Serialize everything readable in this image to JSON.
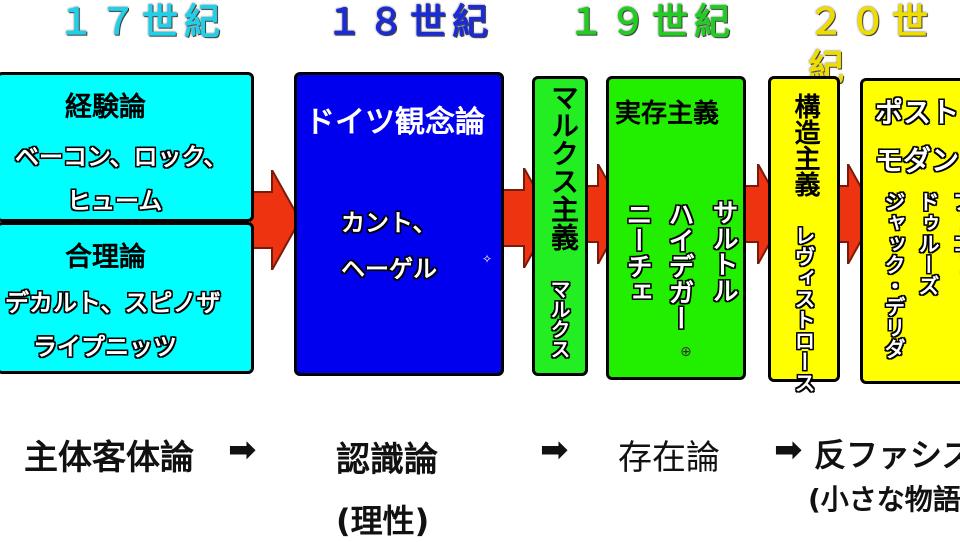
{
  "centuries": {
    "c17": {
      "label": "１７世紀",
      "color": "#1fd0e8"
    },
    "c18": {
      "label": "１８世紀",
      "color": "#1a2bd6"
    },
    "c19": {
      "label": "１９世紀",
      "color": "#22cc22"
    },
    "c20": {
      "label": "２０世紀",
      "color": "#f0dd00"
    }
  },
  "boxes": {
    "empiricism": {
      "title": "経験論",
      "line1": "ベーコン、ロック、",
      "line2": "ヒューム",
      "color": "#00ffff"
    },
    "rationalism": {
      "title": "合理論",
      "line1": "デカルト、スピノザ",
      "line2": "ライプニッツ",
      "color": "#00ffff"
    },
    "german_idealism": {
      "title": "ドイツ観念論",
      "line1": "カント、",
      "line2": "ヘーゲル",
      "color": "#0000ee"
    },
    "marxism": {
      "title": "マルクス主義",
      "person": "マルクス",
      "color": "#22ee22"
    },
    "existentialism": {
      "title": "実存主義",
      "p1": "サルトル",
      "p2": "ハイデガー",
      "p3": "ニーチェ",
      "color": "#22ee00"
    },
    "structuralism": {
      "title": "構造主義",
      "person": "レヴィストロース",
      "color": "#ffff00"
    },
    "postmodern": {
      "title1": "ポスト",
      "title2": "モダン",
      "p1": "フーコー",
      "p2": "ドゥルーズ",
      "p3": "ジャック・デリダ",
      "color": "#ffff00"
    }
  },
  "colors": {
    "arrow": "#ee3311",
    "arrow_stroke": "#7a1a0a"
  },
  "bottom": {
    "subject_object": "主体客体論",
    "epistemology": "認識論",
    "reason": "(理性)",
    "ontology": "存在論",
    "anti_fascism": "反ファシズム論",
    "small_narrative": "(小さな物語)",
    "arrow_glyph": "➡"
  }
}
